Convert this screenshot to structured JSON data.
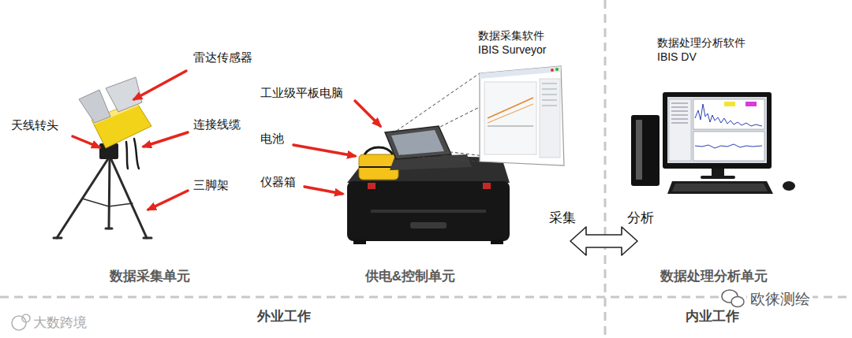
{
  "diagram": {
    "nodes": [
      {
        "text": [
          "数据采集单元"
        ]
      },
      {
        "text": [
          "供电&控制单元"
        ]
      },
      {
        "text": [
          "数据处理分析单元"
        ]
      }
    ],
    "edges": [
      {
        "from": 1,
        "to": 2,
        "arrow": "both"
      }
    ],
    "labels": [
      "雷达传感器",
      "天线转头",
      "连接线缆",
      "三脚架",
      "工业级平板电脑",
      "电池",
      "仪器箱",
      "数据采集软件 IBIS Surveyor",
      "数据处理分析软件 IBIS DV",
      "采集",
      "分析",
      "外业工作",
      "内业工作",
      "大数跨境",
      "欧徕测绘"
    ]
  }
}
